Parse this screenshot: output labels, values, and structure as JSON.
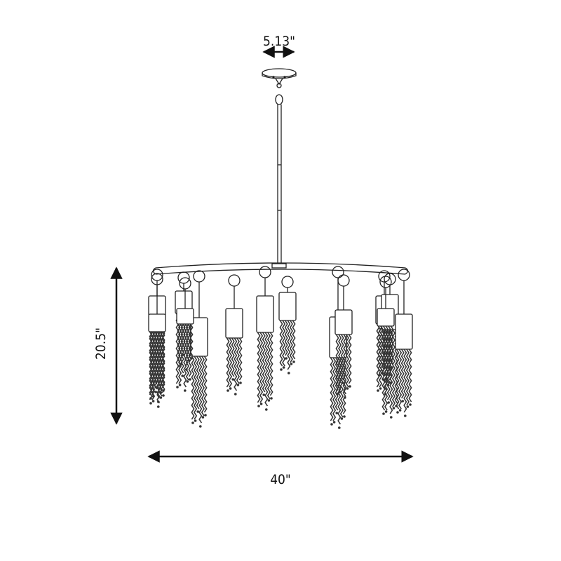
{
  "dimensions": {
    "canopy_width": "5.13\"",
    "overall_height": "20.5\"",
    "overall_width": "40\""
  },
  "colors": {
    "line": "#222222",
    "arrow": "#111111",
    "chain": "#333333",
    "background": "#ffffff"
  },
  "fixture": {
    "pendant_count": 14
  }
}
